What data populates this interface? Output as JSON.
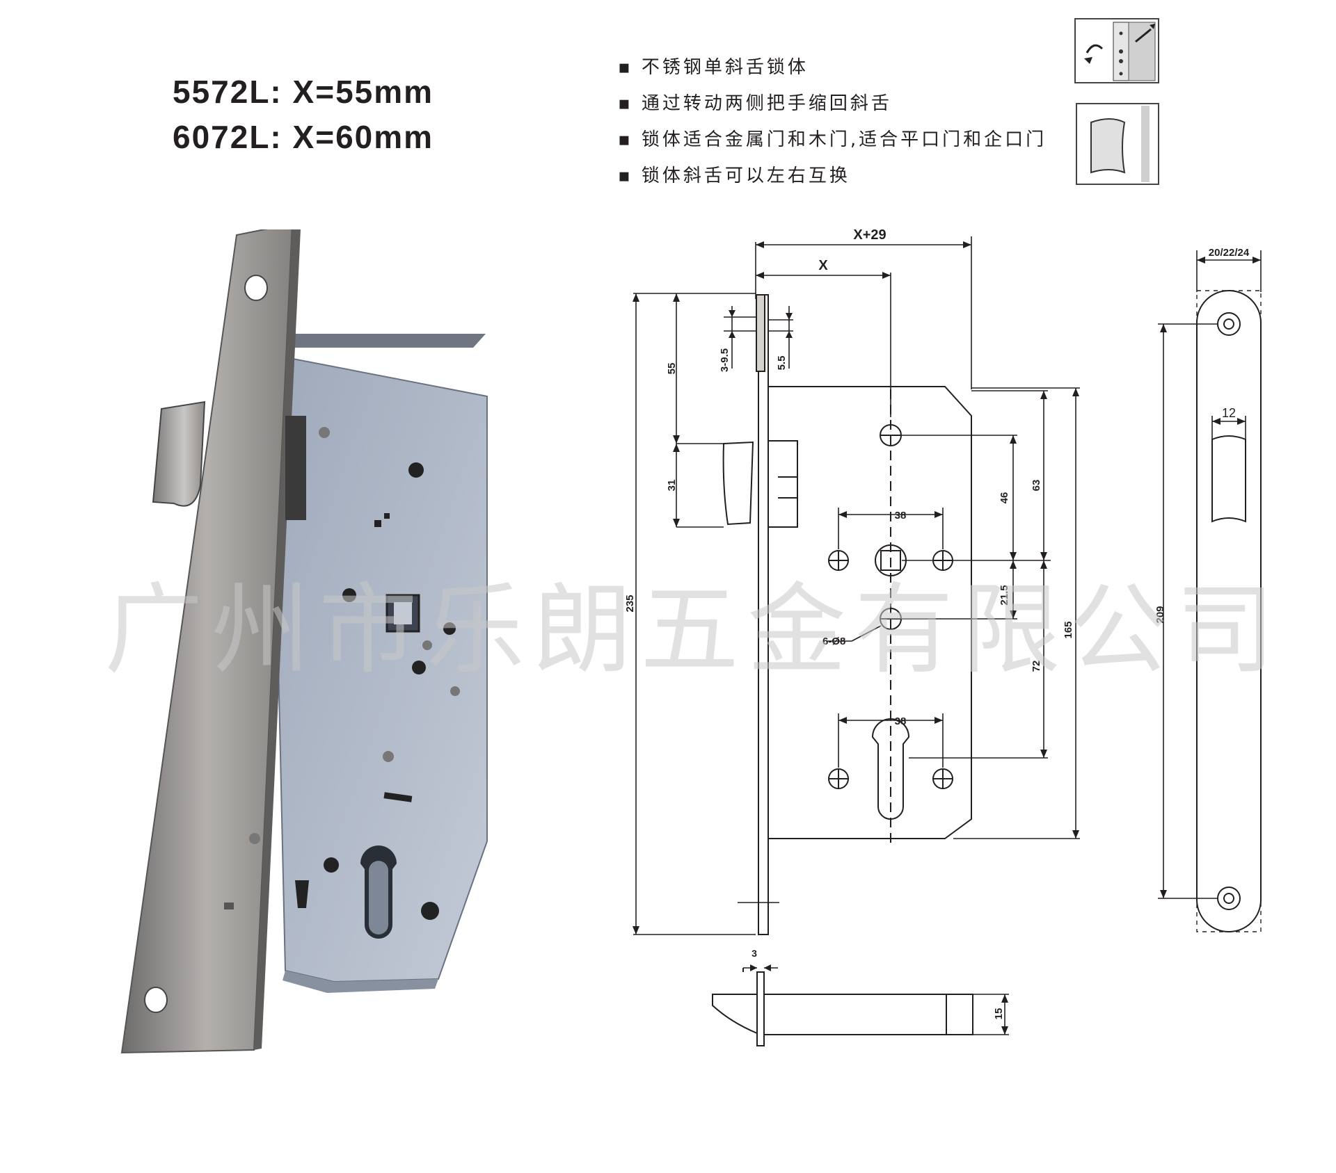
{
  "models": [
    {
      "code": "5572L:",
      "spec": "X=55mm"
    },
    {
      "code": "6072L:",
      "spec": "X=60mm"
    }
  ],
  "features": [
    "▪ 不锈钢单斜舌锁体",
    "▪ 通过转动两侧把手缩回斜舌",
    "▪ 锁体适合金属门和木门,适合平口门和企口门",
    "▪ 锁体斜舌可以左右互换"
  ],
  "watermark": "广州市乐朗五金有限公司",
  "dimensions": {
    "x_plus_29": "X+29",
    "x": "X",
    "d55": "55",
    "d3_9_5": "3-9.5",
    "d5_5": "5.5",
    "d31": "31",
    "d235": "235",
    "d38a": "38",
    "d46": "46",
    "d63": "63",
    "d21_5": "21.5",
    "d165": "165",
    "d72": "72",
    "d38b": "38",
    "holes": "6-Ø8",
    "d3": "3",
    "d15": "15",
    "faceplate_width": "20/22/24",
    "d12": "12",
    "d209": "209"
  },
  "colors": {
    "text": "#231f20",
    "case_blue": "#aab4c4",
    "steel": "#9d9a99",
    "watermark": "#c8c8c8"
  },
  "icons": [
    "install-instruction-icon",
    "latch-reversal-icon"
  ]
}
